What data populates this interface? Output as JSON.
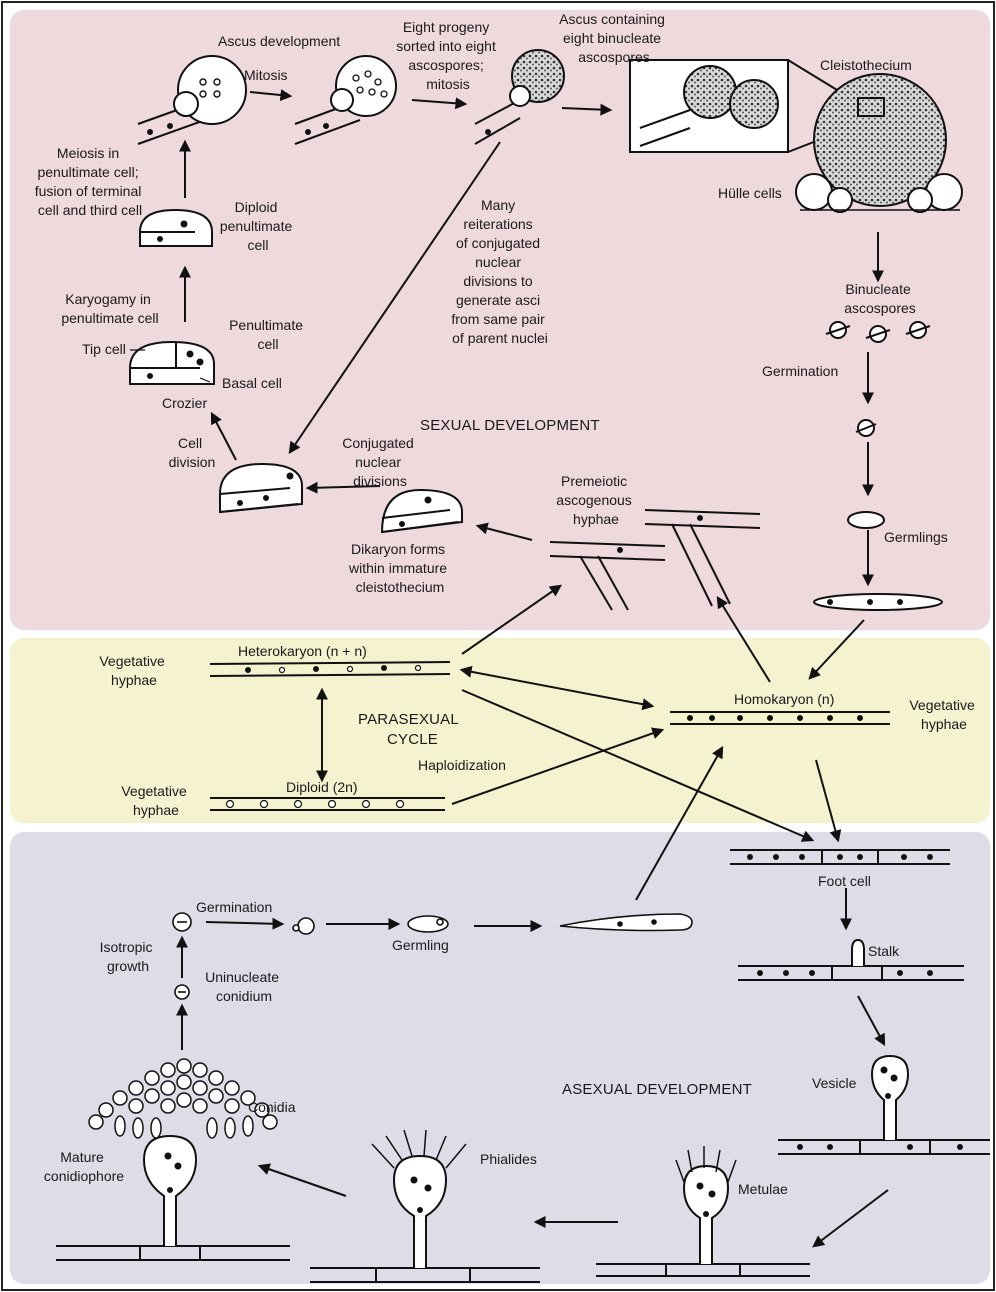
{
  "zones": {
    "sexual": {
      "title": "SEXUAL DEVELOPMENT",
      "color": "#eed9dc"
    },
    "parasexual": {
      "title_line1": "PARASEXUAL",
      "title_line2": "CYCLE",
      "color": "#f4f2cf"
    },
    "asexual": {
      "title": "ASEXUAL DEVELOPMENT",
      "color": "#dcdde6"
    }
  },
  "sexual": {
    "ascus_development": "Ascus development",
    "mitosis": "Mitosis",
    "eight_progeny": [
      "Eight progeny",
      "sorted into eight",
      "ascospores;",
      "mitosis"
    ],
    "ascus_containing": [
      "Ascus containing",
      "eight binucleate",
      "ascospores"
    ],
    "cleistothecium": "Cleistothecium",
    "hulle_cells": "Hülle cells",
    "meiosis": [
      "Meiosis in",
      "penultimate cell;",
      "fusion of terminal",
      "cell and third cell"
    ],
    "diploid_penultimate": [
      "Diploid",
      "penultimate",
      "cell"
    ],
    "karyogamy": [
      "Karyogamy in",
      "penultimate cell"
    ],
    "penultimate_cell": [
      "Penultimate",
      "cell"
    ],
    "tip_cell": "Tip cell",
    "basal_cell": "Basal cell",
    "crozier": "Crozier",
    "cell_division": [
      "Cell",
      "division"
    ],
    "many_reiterations": [
      "Many",
      "reiterations",
      "of conjugated",
      "nuclear",
      "divisions to",
      "generate asci",
      "from same pair",
      "of parent nuclei"
    ],
    "binucleate_ascospores": [
      "Binucleate",
      "ascospores"
    ],
    "germination": "Germination",
    "germlings": "Germlings",
    "conjugated": [
      "Conjugated",
      "nuclear",
      "divisions"
    ],
    "dikaryon": [
      "Dikaryon forms",
      "within immature",
      "cleistothecium"
    ],
    "premeiotic": [
      "Premeiotic",
      "ascogenous",
      "hyphae"
    ]
  },
  "parasexual": {
    "heterokaryon": "Heterokaryon (n + n)",
    "vegetative_hyphae_1": [
      "Vegetative",
      "hyphae"
    ],
    "vegetative_hyphae_2": [
      "Vegetative",
      "hyphae"
    ],
    "vegetative_hyphae_3": [
      "Vegetative",
      "hyphae"
    ],
    "diploid": "Diploid (2n)",
    "haploidization": "Haploidization",
    "homokaryon": "Homokaryon (n)"
  },
  "asexual": {
    "germination": "Germination",
    "germling": "Germling",
    "isotropic": [
      "Isotropic",
      "growth"
    ],
    "uninucleate": [
      "Uninucleate",
      "conidium"
    ],
    "conidia": "Conidia",
    "mature": [
      "Mature",
      "conidiophore"
    ],
    "phialides": "Phialides",
    "metulae": "Metulae",
    "foot_cell": "Foot cell",
    "stalk": "Stalk",
    "vesicle": "Vesicle"
  }
}
